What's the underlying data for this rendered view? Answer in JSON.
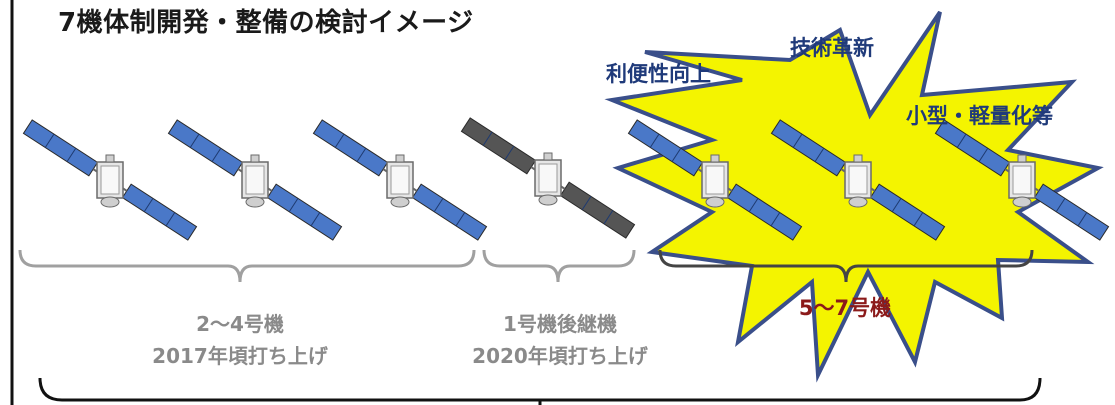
{
  "title": "7機体制開発・整備の検討イメージ",
  "callouts": {
    "convenience": "利便性向上",
    "innovation": "技術革新",
    "miniaturization": "小型・軽量化等"
  },
  "groups": {
    "existing": {
      "label": "2〜4号機",
      "date": "2017年頃打ち上げ"
    },
    "successor": {
      "label": "1号機後継機",
      "date": "2020年頃打ち上げ"
    },
    "new": {
      "label": "5〜7号機"
    }
  },
  "satellites": [
    {
      "name": "satellite-2",
      "style": "blue"
    },
    {
      "name": "satellite-3",
      "style": "blue"
    },
    {
      "name": "satellite-4",
      "style": "blue"
    },
    {
      "name": "satellite-successor",
      "style": "gray"
    },
    {
      "name": "satellite-5",
      "style": "blue"
    },
    {
      "name": "satellite-6",
      "style": "blue"
    },
    {
      "name": "satellite-7",
      "style": "blue"
    }
  ],
  "colors": {
    "burst_fill": "#f4f400",
    "burst_stroke": "#3a4f8a",
    "solar_panel": "#4a78c8",
    "solar_panel_dark": "#555555",
    "bracket": "#a0a0a0",
    "title": "#1a1a1a",
    "callout_text": "#1f3a7a",
    "highlight_text": "#8b1a1a"
  }
}
